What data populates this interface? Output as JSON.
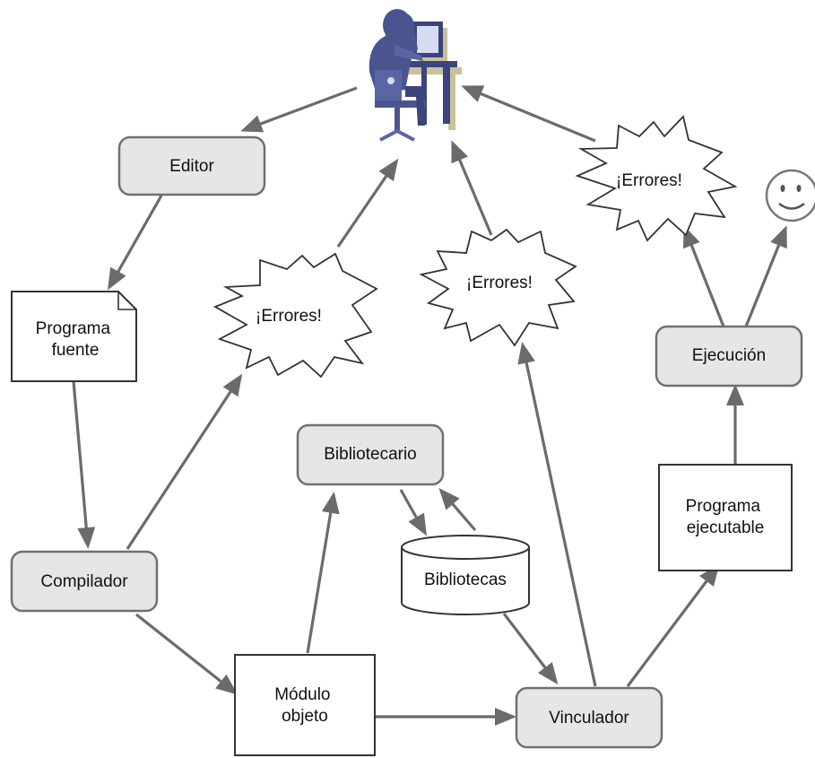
{
  "nodes": {
    "editor": "Editor",
    "programa_fuente": [
      "Programa",
      "fuente"
    ],
    "compilador": "Compilador",
    "modulo_objeto": [
      "Módulo",
      "objeto"
    ],
    "bibliotecario": "Bibliotecario",
    "bibliotecas": "Bibliotecas",
    "vinculador": "Vinculador",
    "programa_ejecutable": [
      "Programa",
      "ejecutable"
    ],
    "ejecucion": "Ejecución"
  },
  "errors": {
    "compile": "¡Errores!",
    "link": "¡Errores!",
    "run": "¡Errores!"
  },
  "icons": {
    "programmer": "programmer-at-computer-icon",
    "smiley": "smiley-face-icon"
  },
  "colors": {
    "box_fill": "#e6e6e6",
    "arrow": "#6b6b6b",
    "programmer": "#4a5590"
  }
}
